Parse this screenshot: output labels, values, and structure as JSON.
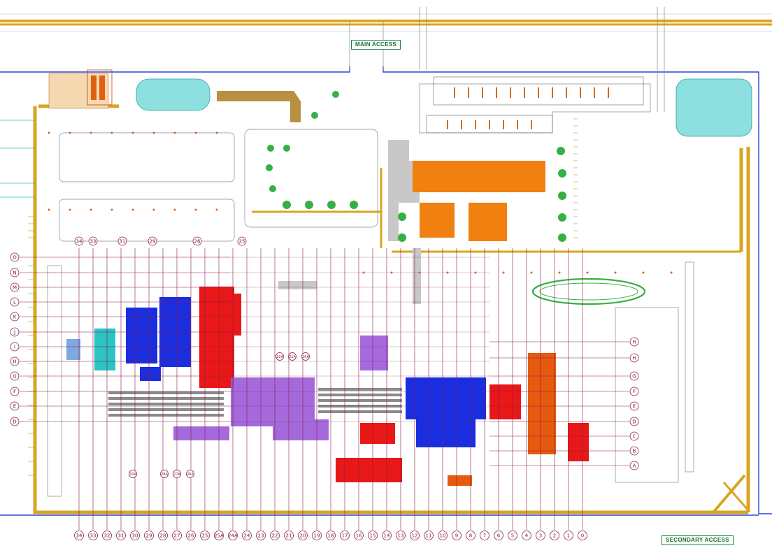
{
  "access_labels": {
    "main": "MAIN ACCESS",
    "secondary": "SECONDARY ACCESS"
  },
  "grid": {
    "columns": [
      "34",
      "33",
      "32",
      "31",
      "30",
      "29",
      "28",
      "27",
      "26",
      "25",
      "25A",
      "24A",
      "24",
      "23",
      "22",
      "21",
      "20",
      "19",
      "18",
      "17",
      "16",
      "15",
      "14",
      "13",
      "12",
      "11",
      "10",
      "9",
      "8",
      "7",
      "6",
      "5",
      "4",
      "3",
      "2",
      "1",
      "0"
    ],
    "columns_top": [
      "34",
      "33",
      "31",
      "29",
      "26",
      "25"
    ],
    "rows_left": [
      "O",
      "N",
      "M",
      "L",
      "K",
      "J",
      "I",
      "H",
      "G",
      "F",
      "E",
      "D"
    ],
    "rows_right": [
      "H",
      "H",
      "G",
      "F",
      "E",
      "D",
      "C",
      "B",
      "A"
    ],
    "special_labels": [
      "30A",
      "28A",
      "27A",
      "26A",
      "22A",
      "21A",
      "20A"
    ]
  },
  "colors": {
    "road": "#d9a520",
    "boundary": "#2b45d8",
    "grid": "#8b1a4a",
    "green": "#35b045",
    "pond": "#7fd9d9",
    "equipment_blue": "#1a2ee0",
    "equipment_red": "#e81818",
    "equipment_purple": "#9b5ad8",
    "equipment_orange": "#e65a10",
    "equipment_cyan": "#2ac4c4"
  }
}
